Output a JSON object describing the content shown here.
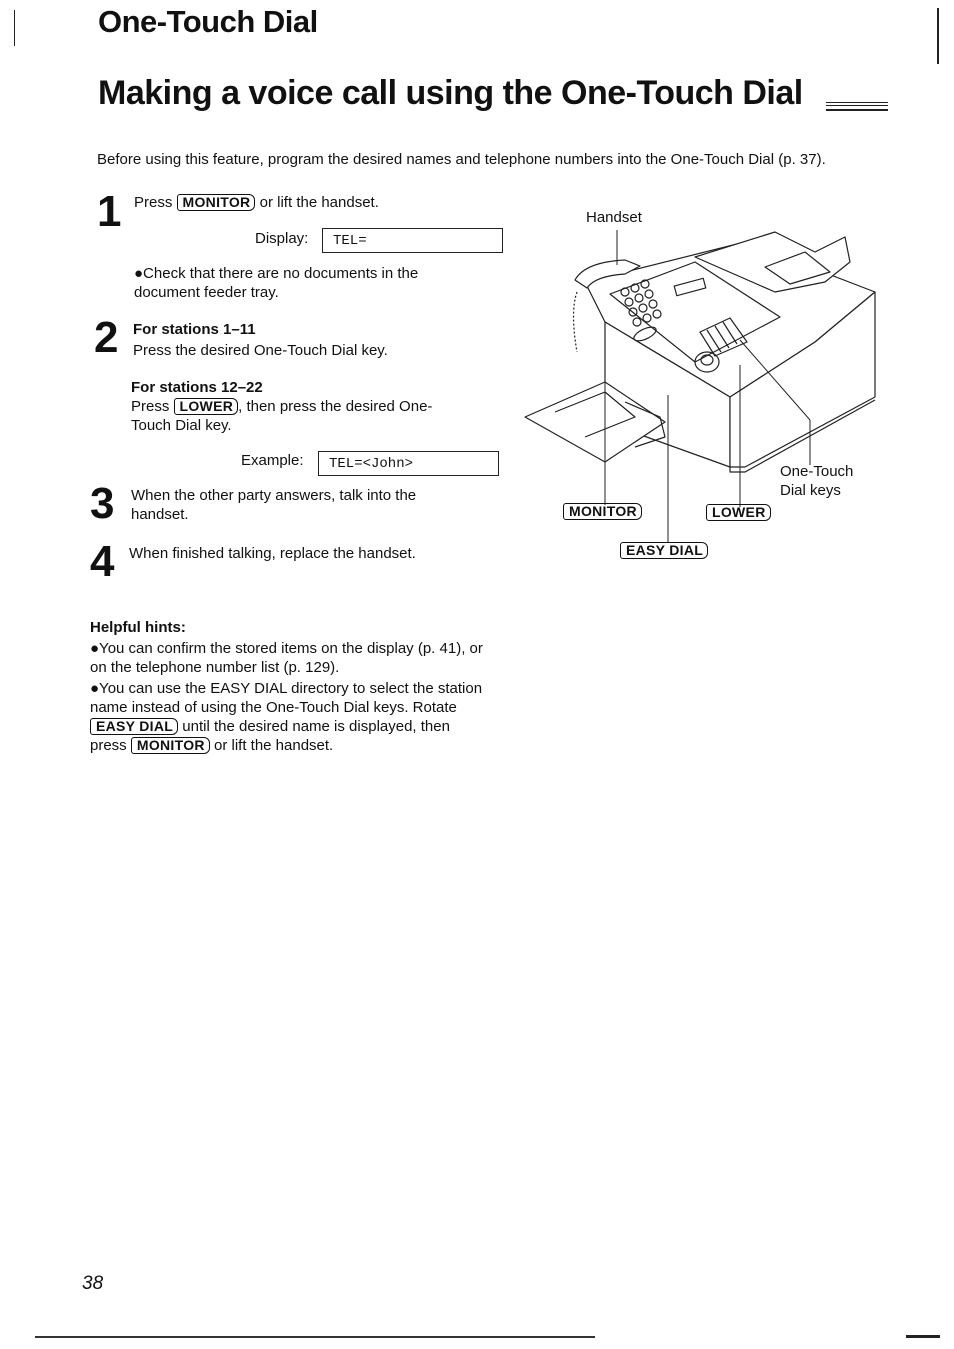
{
  "header": {
    "section_title": "One-Touch Dial",
    "page_title": "Making a voice call using the One-Touch Dial"
  },
  "intro": "Before using this feature, program the desired names and telephone numbers into the One-Touch Dial (p. 37).",
  "steps": [
    {
      "number": "1",
      "pre": "Press",
      "key": "MONITOR",
      "post": "or lift the handset.",
      "display_label": "Display:",
      "display_value": "TEL=",
      "note": "●Check that there are no documents in the document feeder tray."
    },
    {
      "number": "2",
      "sub1_heading": "For stations 1–11",
      "sub1_text": "Press the desired One-Touch Dial key.",
      "sub2_heading": "For stations 12–22",
      "sub2_pre": "Press",
      "sub2_key": "LOWER",
      "sub2_post": ", then press the desired One-Touch Dial key.",
      "example_label": "Example:",
      "example_value": "TEL=<John>"
    },
    {
      "number": "3",
      "text": "When the other party answers, talk into the handset."
    },
    {
      "number": "4",
      "text": "When finished talking, replace the handset."
    }
  ],
  "figure": {
    "handset_label": "Handset",
    "one_touch_label": "One-Touch Dial keys",
    "monitor_key": "MONITOR",
    "lower_key": "LOWER",
    "easy_dial_key": "EASY DIAL"
  },
  "hints": {
    "heading": "Helpful hints:",
    "hint1": "●You can confirm the stored items on the display (p. 41), or on the telephone number list (p. 129).",
    "hint2_a": "●You can use the EASY DIAL directory to select the station name instead of using the One-Touch Dial keys. Rotate",
    "hint2_key1": "EASY DIAL",
    "hint2_b": "until the desired name is displayed, then press",
    "hint2_key2": "MONITOR",
    "hint2_c": "or lift the handset."
  },
  "page_number": "38"
}
